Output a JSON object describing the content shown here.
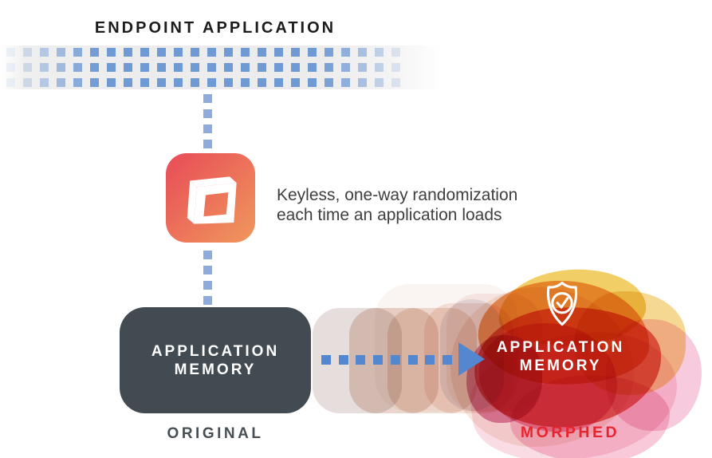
{
  "diagram": {
    "title": "ENDPOINT APPLICATION",
    "caption": {
      "line1": "Keyless, one-way randomization",
      "line2": "each time an application loads"
    },
    "original": {
      "box_line1": "APPLICATION",
      "box_line2": "MEMORY",
      "label": "ORIGINAL"
    },
    "morphed": {
      "box_line1": "APPLICATION",
      "box_line2": "MEMORY",
      "label": "MORPHED"
    },
    "icons": {
      "morph_app_icon": "morphisec-frame-icon",
      "shield_icon": "shield-check-icon",
      "arrow_icon": "dotted-arrow-right"
    },
    "colors": {
      "band_square_blue": "#6f9ad4",
      "connector_blue": "#8fabdb",
      "arrow_blue": "#5388d0",
      "box_dark": "#424b51",
      "morphed_red": "#e8252e",
      "icon_gradient_start": "#e84b57",
      "icon_gradient_end": "#f0985c",
      "title_text": "#1c1c1c",
      "caption_text": "#3f3f3f",
      "original_label_text": "#474f54"
    }
  }
}
